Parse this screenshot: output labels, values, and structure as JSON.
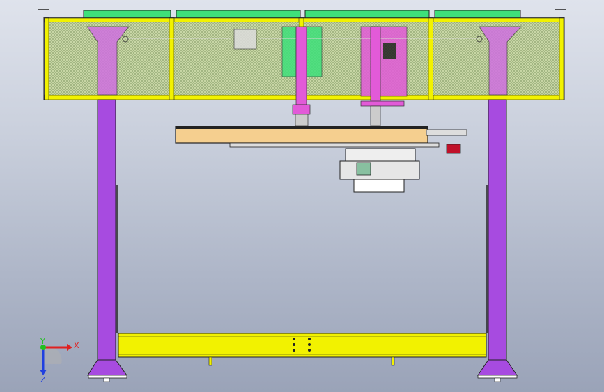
{
  "window": {
    "title": ""
  },
  "triad": {
    "x_label": "X",
    "y_label": "Y",
    "z_label": "Z"
  },
  "colors": {
    "background_top": "#dfe3ec",
    "background_bottom": "#9aa3b8",
    "frame_yellow": "#f2f200",
    "column_purple": "#a74be0",
    "top_green": "#3ee07a",
    "mesh_green": "#a4cc7a",
    "cylinder_pink": "#e25ad8",
    "plate_tan": "#f5cf8f",
    "x_axis_red": "#e02020",
    "y_axis_green": "#20c020",
    "z_axis_blue": "#2040e0"
  },
  "icons": [
    "coordinate-triad-icon"
  ]
}
